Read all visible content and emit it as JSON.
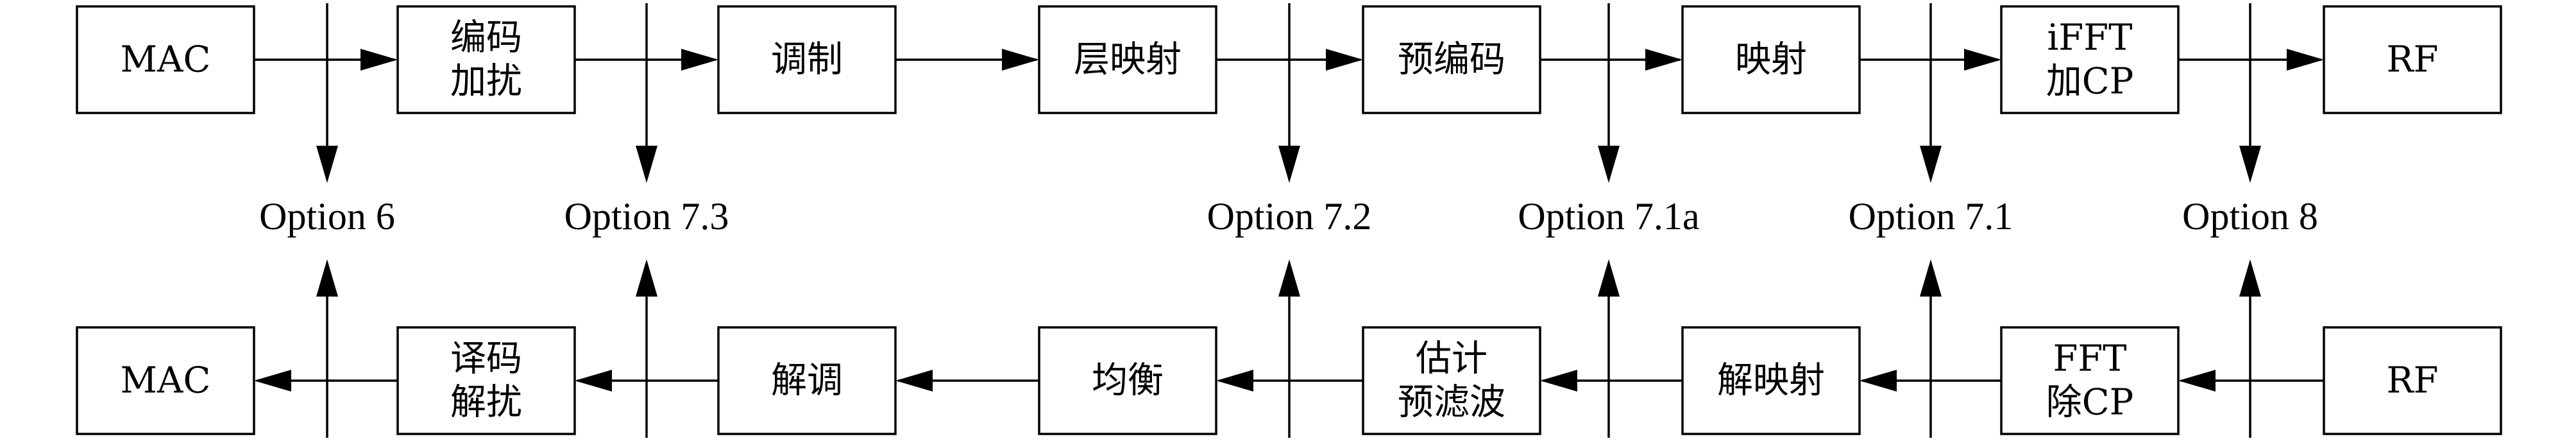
{
  "tx_chain": {
    "blocks": [
      {
        "lines": [
          "MAC"
        ]
      },
      {
        "lines": [
          "编码",
          "加扰"
        ]
      },
      {
        "lines": [
          "调制"
        ]
      },
      {
        "lines": [
          "层映射"
        ]
      },
      {
        "lines": [
          "预编码"
        ]
      },
      {
        "lines": [
          "映射"
        ]
      },
      {
        "lines": [
          "iFFT",
          "加CP"
        ]
      },
      {
        "lines": [
          "RF"
        ]
      }
    ]
  },
  "rx_chain": {
    "blocks": [
      {
        "lines": [
          "MAC"
        ]
      },
      {
        "lines": [
          "译码",
          "解扰"
        ]
      },
      {
        "lines": [
          "解调"
        ]
      },
      {
        "lines": [
          "均衡"
        ]
      },
      {
        "lines": [
          "估计",
          "预滤波"
        ]
      },
      {
        "lines": [
          "解映射"
        ]
      },
      {
        "lines": [
          "FFT",
          "除CP"
        ]
      },
      {
        "lines": [
          "RF"
        ]
      }
    ]
  },
  "split_options": [
    {
      "label": "Option 6"
    },
    {
      "label": "Option 7.3"
    },
    {
      "label": "Option 7.2"
    },
    {
      "label": "Option 7.1a"
    },
    {
      "label": "Option 7.1"
    },
    {
      "label": "Option 8"
    }
  ]
}
